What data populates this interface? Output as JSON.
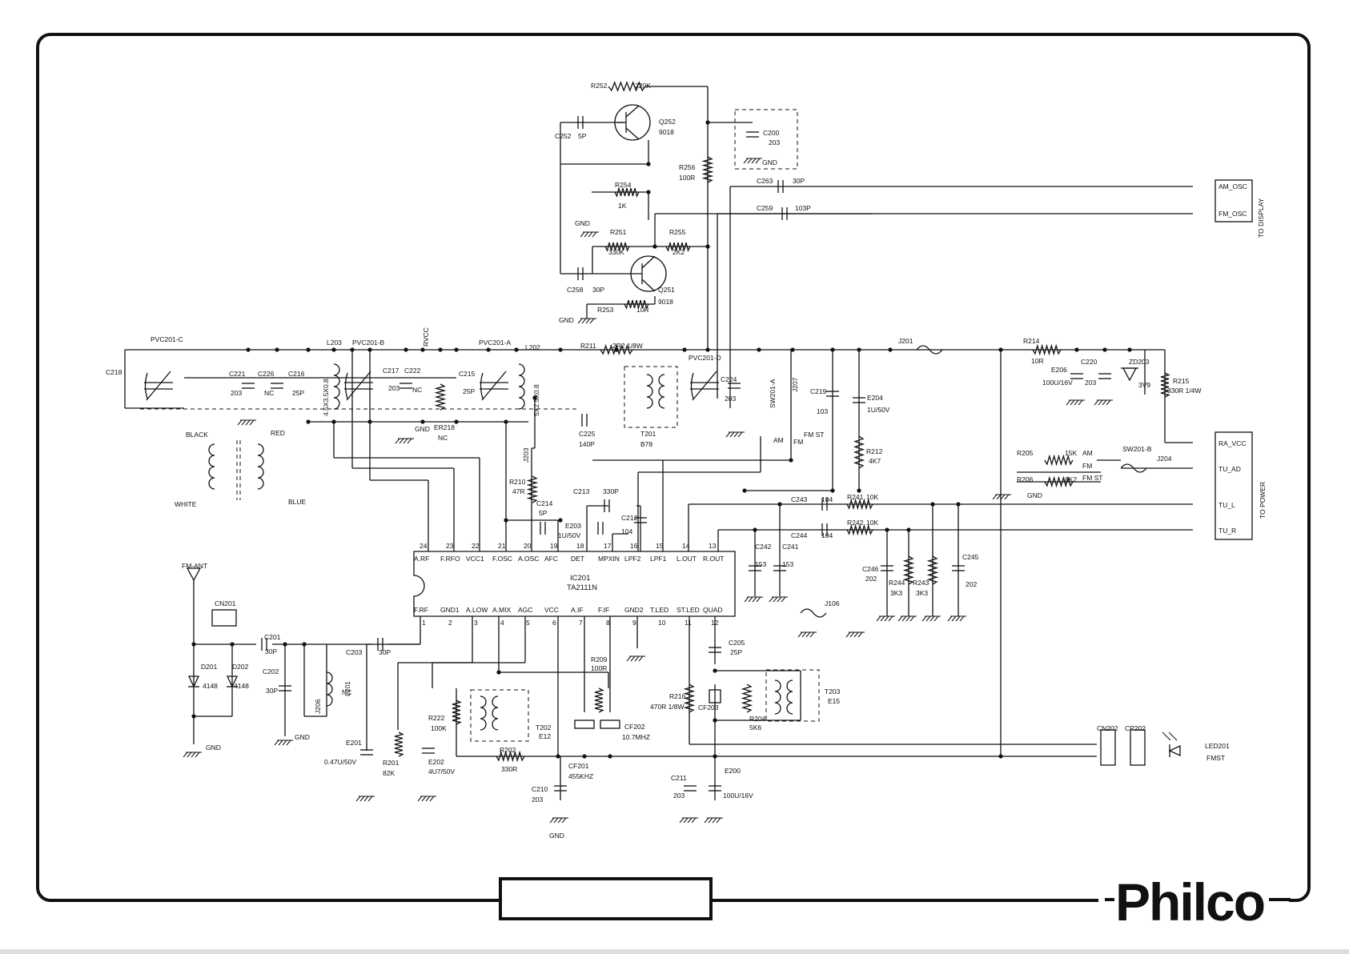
{
  "brand": "Philco",
  "ic": {
    "ref": "IC201",
    "part": "TA2111N",
    "top_pins": [
      {
        "n": "24",
        "name": "A.RF"
      },
      {
        "n": "23",
        "name": "F.RFO"
      },
      {
        "n": "22",
        "name": "VCC1"
      },
      {
        "n": "21",
        "name": "F.OSC"
      },
      {
        "n": "20",
        "name": "A.OSC"
      },
      {
        "n": "19",
        "name": "AFC"
      },
      {
        "n": "18",
        "name": "DET"
      },
      {
        "n": "17",
        "name": "MPXIN"
      },
      {
        "n": "16",
        "name": "LPF2"
      },
      {
        "n": "15",
        "name": "LPF1"
      },
      {
        "n": "14",
        "name": "L.OUT"
      },
      {
        "n": "13",
        "name": "R.OUT"
      }
    ],
    "bottom_pins": [
      {
        "n": "1",
        "name": "F.RF"
      },
      {
        "n": "2",
        "name": "GND1"
      },
      {
        "n": "3",
        "name": "A.LOW"
      },
      {
        "n": "4",
        "name": "A.MIX"
      },
      {
        "n": "5",
        "name": "AGC"
      },
      {
        "n": "6",
        "name": "VCC"
      },
      {
        "n": "7",
        "name": "A.IF"
      },
      {
        "n": "8",
        "name": "F.IF"
      },
      {
        "n": "9",
        "name": "GND2"
      },
      {
        "n": "10",
        "name": "T.LED"
      },
      {
        "n": "11",
        "name": "ST.LED"
      },
      {
        "n": "12",
        "name": "QUAD"
      }
    ]
  },
  "display_connector": {
    "label": "TO DISPLAY",
    "pins": [
      "AM_OSC",
      "FM_OSC"
    ]
  },
  "power_connector": {
    "label": "TO POWER",
    "pins": [
      "RA_VCC",
      "TU_AD",
      "TU_L",
      "TU_R"
    ]
  },
  "labels": [
    {
      "id": "r252",
      "text": "R252"
    },
    {
      "id": "r252v",
      "text": "220K"
    },
    {
      "id": "q252",
      "text": "Q252"
    },
    {
      "id": "q252v",
      "text": "9018"
    },
    {
      "id": "c252",
      "text": "C252"
    },
    {
      "id": "c252v",
      "text": "5P"
    },
    {
      "id": "c200",
      "text": "C200"
    },
    {
      "id": "c200v",
      "text": "203"
    },
    {
      "id": "gnd1",
      "text": "GND"
    },
    {
      "id": "r256",
      "text": "R256"
    },
    {
      "id": "r256v",
      "text": "100R"
    },
    {
      "id": "r254",
      "text": "R254"
    },
    {
      "id": "r254v",
      "text": "1K"
    },
    {
      "id": "gnd2",
      "text": "GND"
    },
    {
      "id": "c263",
      "text": "C263"
    },
    {
      "id": "c263v",
      "text": "30P"
    },
    {
      "id": "c259",
      "text": "C259"
    },
    {
      "id": "c259v",
      "text": "103P"
    },
    {
      "id": "r251",
      "text": "R251"
    },
    {
      "id": "r251v",
      "text": "330K"
    },
    {
      "id": "r255",
      "text": "R255"
    },
    {
      "id": "r255v",
      "text": "2K2"
    },
    {
      "id": "c258",
      "text": "C258"
    },
    {
      "id": "c258v",
      "text": "30P"
    },
    {
      "id": "q251",
      "text": "Q251"
    },
    {
      "id": "q251v",
      "text": "9018"
    },
    {
      "id": "r253",
      "text": "R253"
    },
    {
      "id": "r253v",
      "text": "10R"
    },
    {
      "id": "gnd3",
      "text": "GND"
    },
    {
      "id": "pvcc",
      "text": "PVC201-C"
    },
    {
      "id": "l203",
      "text": "L203"
    },
    {
      "id": "pvcb",
      "text": "PVC201-B"
    },
    {
      "id": "rvcc",
      "text": "RVCC"
    },
    {
      "id": "pvca",
      "text": "PVC201-A"
    },
    {
      "id": "l202",
      "text": "L202"
    },
    {
      "id": "r211",
      "text": "R211"
    },
    {
      "id": "r211v",
      "text": "2R2 1/8W"
    },
    {
      "id": "pvcd",
      "text": "PVC201-D"
    },
    {
      "id": "j201",
      "text": "J201"
    },
    {
      "id": "r214",
      "text": "R214"
    },
    {
      "id": "r214v",
      "text": "10R"
    },
    {
      "id": "c218",
      "text": "C218"
    },
    {
      "id": "c221",
      "text": "C221"
    },
    {
      "id": "c221v",
      "text": "203"
    },
    {
      "id": "c226",
      "text": "C226"
    },
    {
      "id": "c226v",
      "text": "NC"
    },
    {
      "id": "c216",
      "text": "C216"
    },
    {
      "id": "c216v",
      "text": "25P"
    },
    {
      "id": "l203v",
      "text": "4.5X3.5X0.8"
    },
    {
      "id": "c217",
      "text": "C217"
    },
    {
      "id": "c217v",
      "text": "203"
    },
    {
      "id": "c222",
      "text": "C222"
    },
    {
      "id": "c222v",
      "text": "NC"
    },
    {
      "id": "c215",
      "text": "C215"
    },
    {
      "id": "c215v",
      "text": "25P"
    },
    {
      "id": "l202v",
      "text": "5X2.5X0.8"
    },
    {
      "id": "c224",
      "text": "C224"
    },
    {
      "id": "c224v",
      "text": "203"
    },
    {
      "id": "sw201a",
      "text": "SW201-A"
    },
    {
      "id": "j207",
      "text": "J207"
    },
    {
      "id": "c219",
      "text": "C219"
    },
    {
      "id": "c219v",
      "text": "103"
    },
    {
      "id": "e204",
      "text": "E204"
    },
    {
      "id": "e204v",
      "text": "1U/50V"
    },
    {
      "id": "e206",
      "text": "E206"
    },
    {
      "id": "e206v",
      "text": "100U/16V"
    },
    {
      "id": "c220",
      "text": "C220"
    },
    {
      "id": "c220v",
      "text": "203"
    },
    {
      "id": "zd203",
      "text": "ZD203"
    },
    {
      "id": "zd203v",
      "text": "3V9"
    },
    {
      "id": "r215",
      "text": "R215"
    },
    {
      "id": "r215v",
      "text": "330R 1/4W"
    },
    {
      "id": "gnd4",
      "text": "GND"
    },
    {
      "id": "er218",
      "text": "ER218"
    },
    {
      "id": "er218v",
      "text": "NC"
    },
    {
      "id": "c225",
      "text": "C225"
    },
    {
      "id": "c225v",
      "text": "140P"
    },
    {
      "id": "t201",
      "text": "T201"
    },
    {
      "id": "t201v",
      "text": "B78"
    },
    {
      "id": "am1",
      "text": "AM"
    },
    {
      "id": "fm1",
      "text": "FM"
    },
    {
      "id": "fmst1",
      "text": "FM ST"
    },
    {
      "id": "r212",
      "text": "R212"
    },
    {
      "id": "r212v",
      "text": "4K7"
    },
    {
      "id": "r205",
      "text": "R205"
    },
    {
      "id": "r205v",
      "text": "15K"
    },
    {
      "id": "am2",
      "text": "AM"
    },
    {
      "id": "r206",
      "text": "R206"
    },
    {
      "id": "r206v",
      "text": "8K2"
    },
    {
      "id": "fm2",
      "text": "FM"
    },
    {
      "id": "fmst2",
      "text": "FM ST"
    },
    {
      "id": "gnd5",
      "text": "GND"
    },
    {
      "id": "sw201b",
      "text": "SW201-B"
    },
    {
      "id": "j204",
      "text": "J204"
    },
    {
      "id": "black",
      "text": "BLACK"
    },
    {
      "id": "red",
      "text": "RED"
    },
    {
      "id": "white",
      "text": "WHITE"
    },
    {
      "id": "blue",
      "text": "BLUE"
    },
    {
      "id": "j203",
      "text": "J203"
    },
    {
      "id": "r210",
      "text": "R210"
    },
    {
      "id": "r210v",
      "text": "47R"
    },
    {
      "id": "c214",
      "text": "C214"
    },
    {
      "id": "c214v",
      "text": "5P"
    },
    {
      "id": "c213",
      "text": "C213"
    },
    {
      "id": "c213v",
      "text": "330P"
    },
    {
      "id": "e203",
      "text": "E203"
    },
    {
      "id": "e203v",
      "text": "1U/50V"
    },
    {
      "id": "c212",
      "text": "C212"
    },
    {
      "id": "c212v",
      "text": "104"
    },
    {
      "id": "c243",
      "text": "C243"
    },
    {
      "id": "c243v",
      "text": "104"
    },
    {
      "id": "r241",
      "text": "R241"
    },
    {
      "id": "r241v",
      "text": "10K"
    },
    {
      "id": "c244",
      "text": "C244"
    },
    {
      "id": "c244v",
      "text": "104"
    },
    {
      "id": "r242",
      "text": "R242"
    },
    {
      "id": "r242v",
      "text": "10K"
    },
    {
      "id": "c242",
      "text": "C242"
    },
    {
      "id": "c242v",
      "text": "153"
    },
    {
      "id": "c241",
      "text": "C241"
    },
    {
      "id": "c241v",
      "text": "153"
    },
    {
      "id": "c246",
      "text": "C246"
    },
    {
      "id": "c246v",
      "text": "202"
    },
    {
      "id": "r244",
      "text": "R244"
    },
    {
      "id": "r244v",
      "text": "3K3"
    },
    {
      "id": "r243",
      "text": "R243"
    },
    {
      "id": "r243v",
      "text": "3K3"
    },
    {
      "id": "c245",
      "text": "C245"
    },
    {
      "id": "c245v",
      "text": "202"
    },
    {
      "id": "fmant",
      "text": "FM-ANT"
    },
    {
      "id": "cn201",
      "text": "CN201"
    },
    {
      "id": "c201",
      "text": "C201"
    },
    {
      "id": "c201v",
      "text": "30P"
    },
    {
      "id": "c203",
      "text": "C203"
    },
    {
      "id": "c203v",
      "text": "30P"
    },
    {
      "id": "c202",
      "text": "C202"
    },
    {
      "id": "c202v",
      "text": "30P"
    },
    {
      "id": "d201",
      "text": "D201"
    },
    {
      "id": "d201v",
      "text": "4148"
    },
    {
      "id": "d202",
      "text": "D202"
    },
    {
      "id": "d202v",
      "text": "4148"
    },
    {
      "id": "j206",
      "text": "J206"
    },
    {
      "id": "l201",
      "text": "L201"
    },
    {
      "id": "l201v",
      "text": "NC"
    },
    {
      "id": "gnd6",
      "text": "GND"
    },
    {
      "id": "gnd7",
      "text": "GND"
    },
    {
      "id": "j106",
      "text": "J106"
    },
    {
      "id": "c205",
      "text": "C205"
    },
    {
      "id": "c205v",
      "text": "25P"
    },
    {
      "id": "r209",
      "text": "R209"
    },
    {
      "id": "r209v",
      "text": "100R"
    },
    {
      "id": "r222",
      "text": "R222"
    },
    {
      "id": "r222v",
      "text": "100K"
    },
    {
      "id": "t202",
      "text": "T202"
    },
    {
      "id": "t202v",
      "text": "E12"
    },
    {
      "id": "cf202",
      "text": "CF202"
    },
    {
      "id": "cf202v",
      "text": "10.7MHZ"
    },
    {
      "id": "r216",
      "text": "R216"
    },
    {
      "id": "r216v",
      "text": "470R 1/8W"
    },
    {
      "id": "cf203",
      "text": "CF203"
    },
    {
      "id": "r204",
      "text": "R204"
    },
    {
      "id": "r204v",
      "text": "5K6"
    },
    {
      "id": "t203",
      "text": "T203"
    },
    {
      "id": "t203v",
      "text": "E15"
    },
    {
      "id": "e201",
      "text": "E201"
    },
    {
      "id": "e201v",
      "text": "0.47U/50V"
    },
    {
      "id": "r201",
      "text": "R201"
    },
    {
      "id": "r201v",
      "text": "82K"
    },
    {
      "id": "e202",
      "text": "E202"
    },
    {
      "id": "e202v",
      "text": "4U7/50V"
    },
    {
      "id": "r202",
      "text": "R202"
    },
    {
      "id": "r202v",
      "text": "330R"
    },
    {
      "id": "cf201",
      "text": "CF201"
    },
    {
      "id": "cf201v",
      "text": "455KHZ"
    },
    {
      "id": "c210",
      "text": "C210"
    },
    {
      "id": "c210v",
      "text": "203"
    },
    {
      "id": "gnd8",
      "text": "GND"
    },
    {
      "id": "c211",
      "text": "C211"
    },
    {
      "id": "c211v",
      "text": "203"
    },
    {
      "id": "e200",
      "text": "E200"
    },
    {
      "id": "e200v",
      "text": "100U/16V"
    },
    {
      "id": "cn202",
      "text": "CN202"
    },
    {
      "id": "cp202",
      "text": "CP202"
    },
    {
      "id": "led201",
      "text": "LED201"
    },
    {
      "id": "led201v",
      "text": "FMST"
    }
  ]
}
